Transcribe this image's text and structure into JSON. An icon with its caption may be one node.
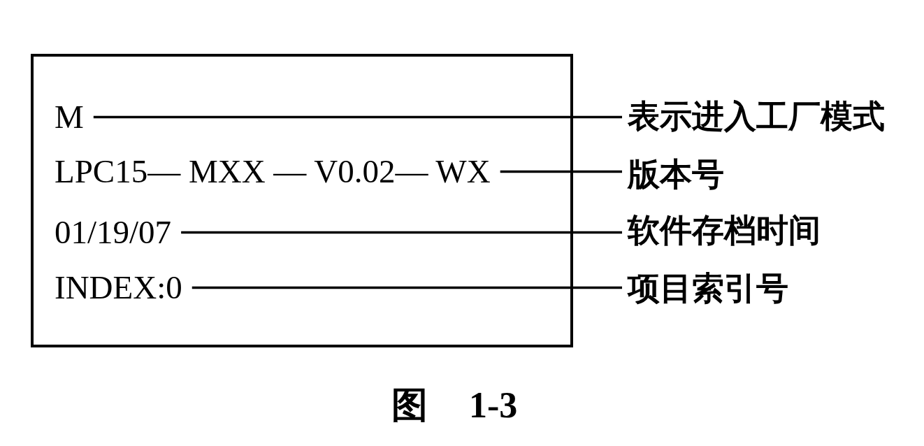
{
  "diagram": {
    "caption": "图 1-3",
    "nodes": [
      {
        "text": [],
        "shape": "box"
      },
      {
        "text": [
          "M"
        ],
        "in": 0
      },
      {
        "text": [
          "LPC15— MXX — V0.02— WX"
        ],
        "in": 0
      },
      {
        "text": [
          "01/19/07"
        ],
        "in": 0
      },
      {
        "text": [
          "INDEX:0"
        ],
        "in": 0
      },
      {
        "text": [
          "表示进入工厂模式"
        ]
      },
      {
        "text": [
          "版本号"
        ]
      },
      {
        "text": [
          "软件存档时间"
        ]
      },
      {
        "text": [
          "项目索引号"
        ]
      }
    ],
    "edges": [
      {
        "from": 5,
        "to": 1,
        "arrow": "none"
      },
      {
        "from": 6,
        "to": 2,
        "arrow": "none"
      },
      {
        "from": 7,
        "to": 3,
        "arrow": "none"
      },
      {
        "from": 8,
        "to": 4,
        "arrow": "none"
      }
    ]
  }
}
